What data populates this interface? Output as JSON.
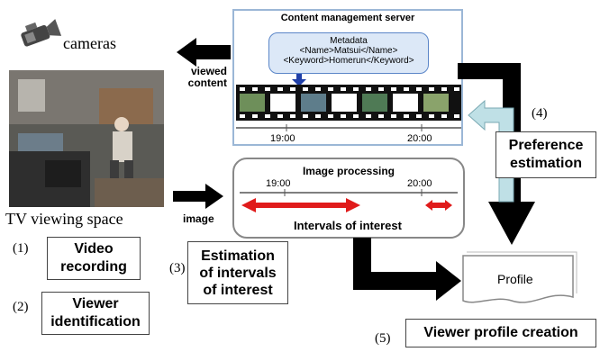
{
  "cameras_label": "cameras",
  "tv_space_label": "TV viewing space",
  "server": {
    "title": "Content management server",
    "metadata_title": "Metadata",
    "metadata_line1": "<Name>Matsui</Name>",
    "metadata_line2": "<Keyword>Homerun</Keyword>",
    "time_start": "19:00",
    "time_end": "20:00"
  },
  "viewed_content_line1": "viewed",
  "viewed_content_line2": "content",
  "image_label": "image",
  "image_processing": {
    "title": "Image processing",
    "time_start": "19:00",
    "time_end": "20:00",
    "intervals_label": "Intervals of interest"
  },
  "steps": {
    "s1_num": "(1)",
    "s1_line1": "Video",
    "s1_line2": "recording",
    "s2_num": "(2)",
    "s2_line1": "Viewer",
    "s2_line2": "identification",
    "s3_num": "(3)",
    "s3_line1": "Estimation",
    "s3_line2": "of intervals",
    "s3_line3": "of interest",
    "s4_num": "(4)",
    "s4_line1": "Preference",
    "s4_line2": "estimation",
    "s5_num": "(5)",
    "s5_label": "Viewer profile creation"
  },
  "profile_label": "Profile",
  "colors": {
    "arrow_black": "#000000",
    "interval_red": "#e01b1b",
    "metadata_bg": "#dce8f7",
    "feedback_arrow": "#bfe0e6"
  }
}
